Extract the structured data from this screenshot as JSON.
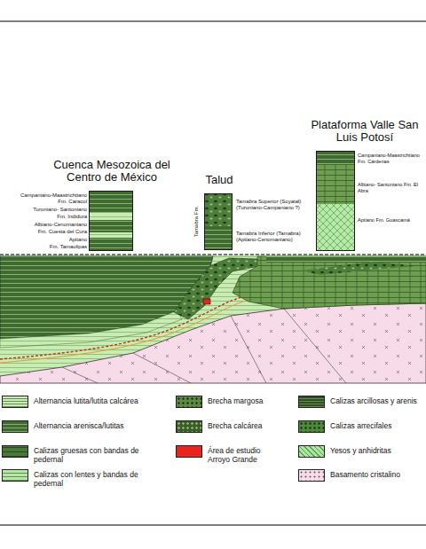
{
  "diagram": {
    "nodes": [
      {
        "text": [
          "Cuenca Mesozoica del Centro de México"
        ]
      },
      {
        "text": [
          "Talud"
        ]
      },
      {
        "text": [
          "Plataforma Valle San Luis Potosí"
        ]
      }
    ],
    "labels": [
      "Campaniano-Maastrichtiano",
      "Fm. Caracol",
      "Turoniano- Santoniano",
      "Fm. Indidura",
      "Albiano-Cenomaniano",
      "Fm. Cuesta del Cura",
      "Aptiano",
      "Fm. Tamaulipas",
      "Tamabra Fm.",
      "Tamabra Superior (Soyatal) (Turoniano-Campaniano ?)",
      "Tamabra Inferior (Tamabra) (Aptiano-Cenomaniano)",
      "Campaniano-Maastrichtiano Fm. Cárdenas",
      "Albiano- Santoniano Fm. El Abra",
      "Aptiano Fm. Guaxcamá"
    ],
    "legend": [
      {
        "text": "Alternancia lutita/lutita calcárea",
        "color": "#c8ecb4"
      },
      {
        "text": "Alternancia arenisca/lutitas",
        "color": "#3f6b32"
      },
      {
        "text": "Calizas gruesas con bandas de pedernal",
        "color": "#4a7a3a"
      },
      {
        "text": "Calizas con lentes y bandas de pedernal",
        "color": "#b8e6a8"
      },
      {
        "text": "Brecha margosa",
        "color": "#5d8a45"
      },
      {
        "text": "Brecha calcárea",
        "color": "#3a5e2a"
      },
      {
        "text": "Área de estudio Arroyo Grande",
        "color": "#e8241c"
      },
      {
        "text": "Calizas arcillosas y arenis",
        "color": "#2f4f22"
      },
      {
        "text": "Calizas arrecifales",
        "color": "#4f8a3c"
      },
      {
        "text": "Yesos y anhidritas",
        "color": "#a8e8a0"
      },
      {
        "text": "Basamento cristalino",
        "color": "#f8dbe8"
      }
    ]
  }
}
